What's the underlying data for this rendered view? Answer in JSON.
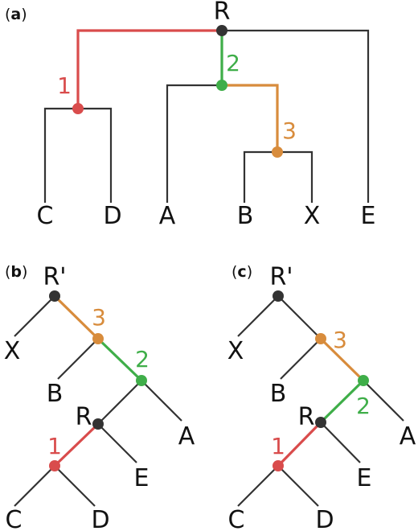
{
  "colors": {
    "default_edge": "#333333",
    "default_node": "#333333",
    "event_1": "#d94c4c",
    "event_2": "#3fae49",
    "event_3": "#d88c3c"
  },
  "panel_a": {
    "label_open": "(",
    "label_letter": "a",
    "label_close": ")",
    "root": "R",
    "leaves": {
      "c": "C",
      "d": "D",
      "a": "A",
      "b": "B",
      "x": "X",
      "e": "E"
    },
    "events": {
      "one": "1",
      "two": "2",
      "three": "3"
    }
  },
  "panel_b": {
    "label_open": "(",
    "label_letter": "b",
    "label_close": ")",
    "root": "R'",
    "inner_root": "R",
    "leaves": {
      "x": "X",
      "b": "B",
      "a": "A",
      "e": "E",
      "c": "C",
      "d": "D"
    },
    "events": {
      "one": "1",
      "two": "2",
      "three": "3"
    }
  },
  "panel_c": {
    "label_open": "(",
    "label_letter": "c",
    "label_close": ")",
    "root": "R'",
    "inner_root": "R",
    "leaves": {
      "x": "X",
      "b": "B",
      "a": "A",
      "e": "E",
      "c": "C",
      "d": "D"
    },
    "events": {
      "one": "1",
      "two": "2",
      "three": "3"
    }
  }
}
